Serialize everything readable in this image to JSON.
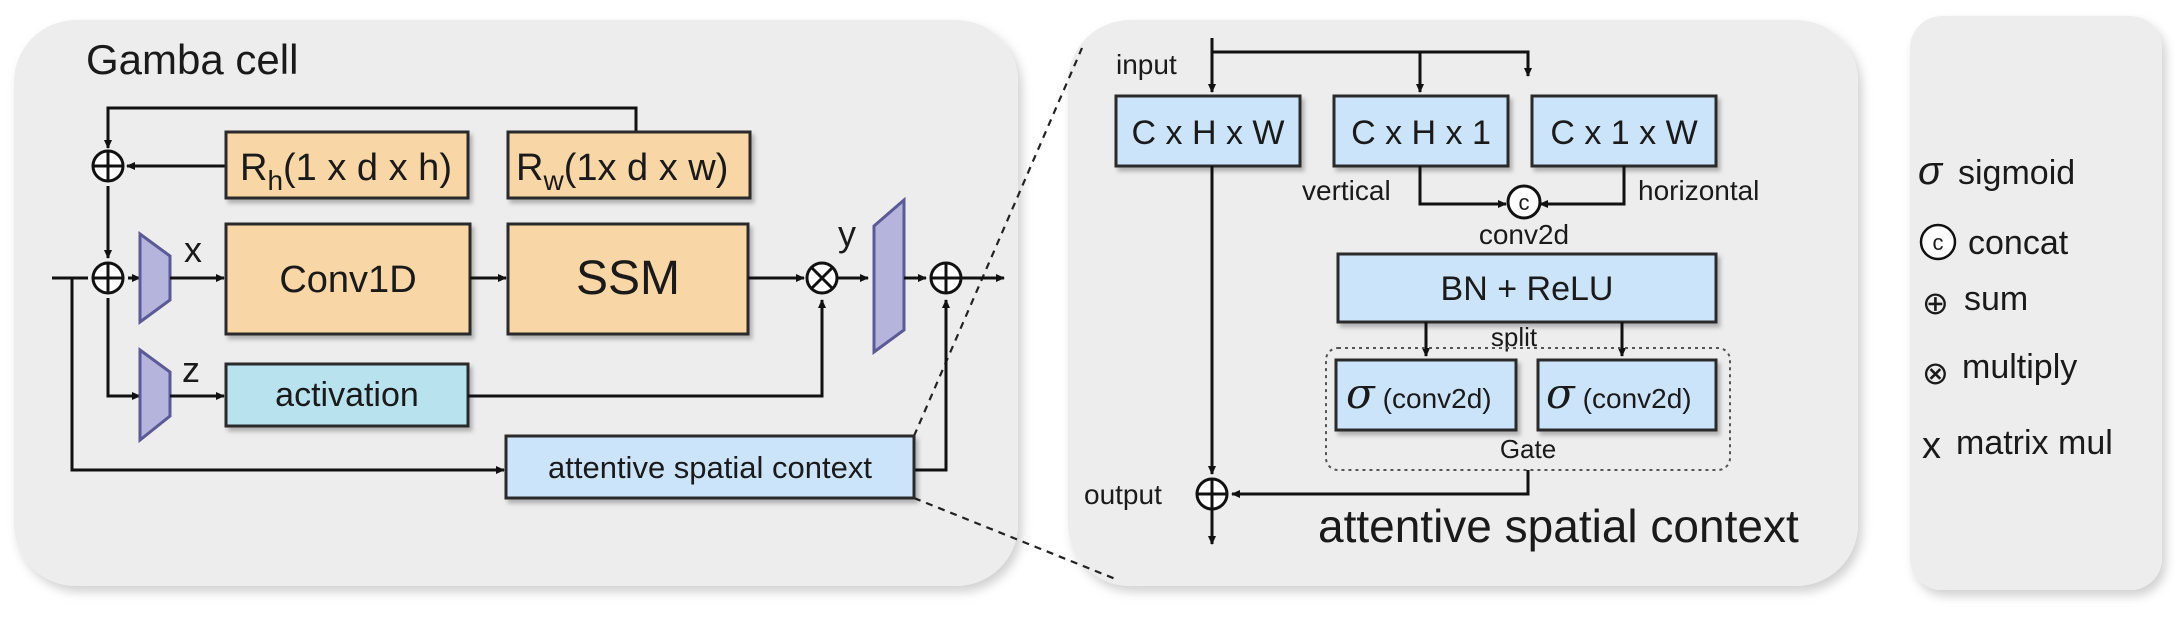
{
  "gamba": {
    "title": "Gamba cell",
    "rh": {
      "base": "R",
      "sub": "h",
      "rest": "(1 x d x h)"
    },
    "rw": {
      "base": "R",
      "sub": "w",
      "rest": "(1x d x w)"
    },
    "x_label": "x",
    "z_label": "z",
    "y_label": "y",
    "conv1d": "Conv1D",
    "ssm": "SSM",
    "activation": "activation",
    "asc_box": "attentive spatial context"
  },
  "asc": {
    "title": "attentive spatial context",
    "input": "input",
    "output": "output",
    "chw": "C x H x W",
    "ch1": "C x H x 1",
    "c1w": "C x 1 x W",
    "vertical": "vertical",
    "horizontal": "horizontal",
    "concat_symbol": "c",
    "conv2d": "conv2d",
    "bn_relu": "BN + ReLU",
    "split": "split",
    "gate_sigma": "σ",
    "gate_conv": "(conv2d)",
    "gate": "Gate"
  },
  "legend": {
    "items": [
      {
        "symbol": "σ",
        "label": "sigmoid"
      },
      {
        "symbol": "c",
        "label": "concat"
      },
      {
        "symbol": "⊕",
        "label": "sum"
      },
      {
        "symbol": "⊗",
        "label": "multiply"
      },
      {
        "symbol": "x",
        "label": "matrix mul"
      }
    ]
  },
  "colors": {
    "panel": "#ededed",
    "orange_box": "#f8d6a6",
    "blue_box": "#cce4fa",
    "teal_box": "#b7e2ee",
    "trapezoid": "#b4b4dc"
  }
}
